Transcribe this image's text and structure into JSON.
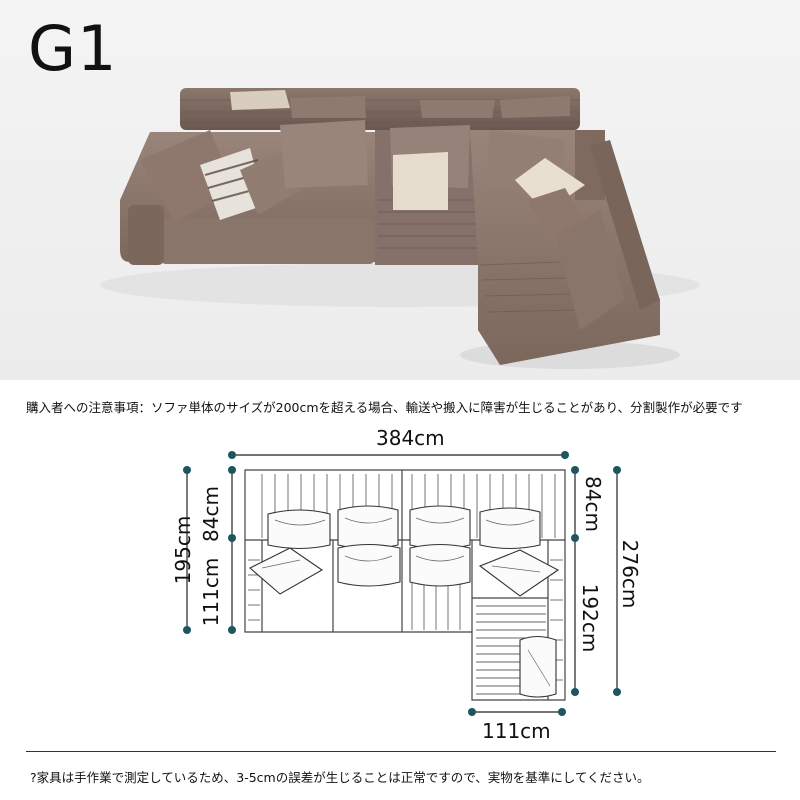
{
  "product": {
    "model_label": "G1"
  },
  "notice": {
    "caution_text": "購入者への注意事項：ソファ単体のサイズが200cmを超える場合、輸送や搬入に障害が生じることがあり、分割製作が必要です",
    "footnote_text": "?家具は手作業で測定しているため、3-5cmの誤差が生じることは正常ですので、実物を基準にしてください。"
  },
  "dimensions": {
    "total_width": "384cm",
    "back_depth": "84cm",
    "total_depth_left": "195cm",
    "seat_depth": "111cm",
    "total_depth_right": "276cm",
    "chaise_length": "192cm",
    "chaise_width": "111cm"
  },
  "colors": {
    "upholstery": "#8f7a70",
    "upholstery_dark": "#6e5b52",
    "dimension_dot": "#1f5560",
    "outline": "#444444"
  }
}
